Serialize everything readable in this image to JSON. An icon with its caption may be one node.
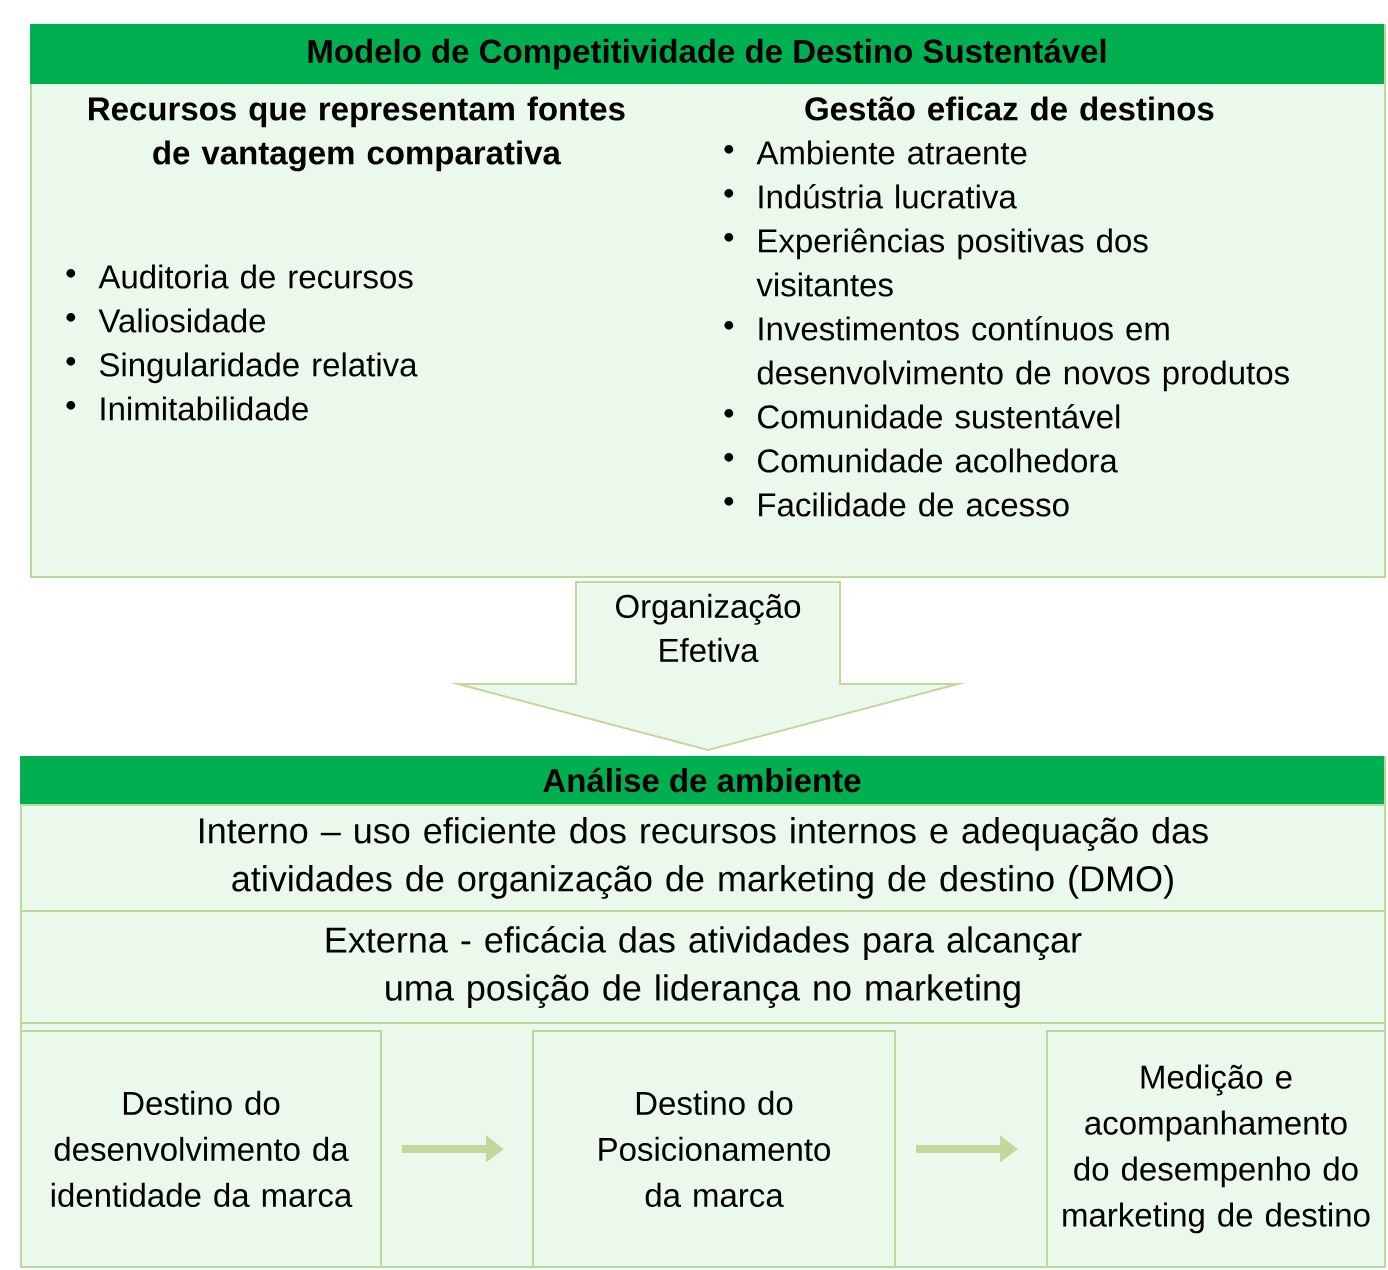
{
  "diagram": {
    "nodes": [
      {
        "text": [
          "Modelo de Competitividade de Destino Sustentável"
        ]
      },
      {
        "text": [
          "Recursos que representam fontes de vantagem comparativa",
          "Auditoria de recursos",
          "Valiosidade",
          "Singularidade relativa",
          "Inimitabilidade"
        ],
        "in": 0
      },
      {
        "text": [
          "Gestão eficaz de destinos",
          "Ambiente atraente",
          "Indústria lucrativa",
          "Experiências positivas dos visitantes",
          "Investimentos contínuos em desenvolvimento de novos produtos",
          "Comunidade sustentável",
          "Comunidade acolhedora",
          "Facilidade de acesso"
        ],
        "in": 0
      },
      {
        "text": [
          "Análise de ambiente"
        ]
      },
      {
        "text": [
          "Interno – uso eficiente dos recursos internos e adequação das atividades de organização de marketing de destino (DMO)"
        ],
        "in": 3
      },
      {
        "text": [
          "Externa - eficácia das atividades para alcançar uma posição de liderança no marketing"
        ],
        "in": 3
      },
      {
        "text": [
          "Destino do desenvolvimento da identidade da marca"
        ],
        "in": 3
      },
      {
        "text": [
          "Destino do Posicionamento da marca"
        ],
        "in": 3
      },
      {
        "text": [
          "Medição e acompanhamento do desempenho do marketing de destino"
        ],
        "in": 3
      }
    ],
    "edges": [
      {
        "from": 0,
        "to": 3,
        "arrow": "to",
        "label": "Organização Efetiva"
      },
      {
        "from": 6,
        "to": 7,
        "arrow": "to"
      },
      {
        "from": 7,
        "to": 8,
        "arrow": "to"
      }
    ]
  }
}
